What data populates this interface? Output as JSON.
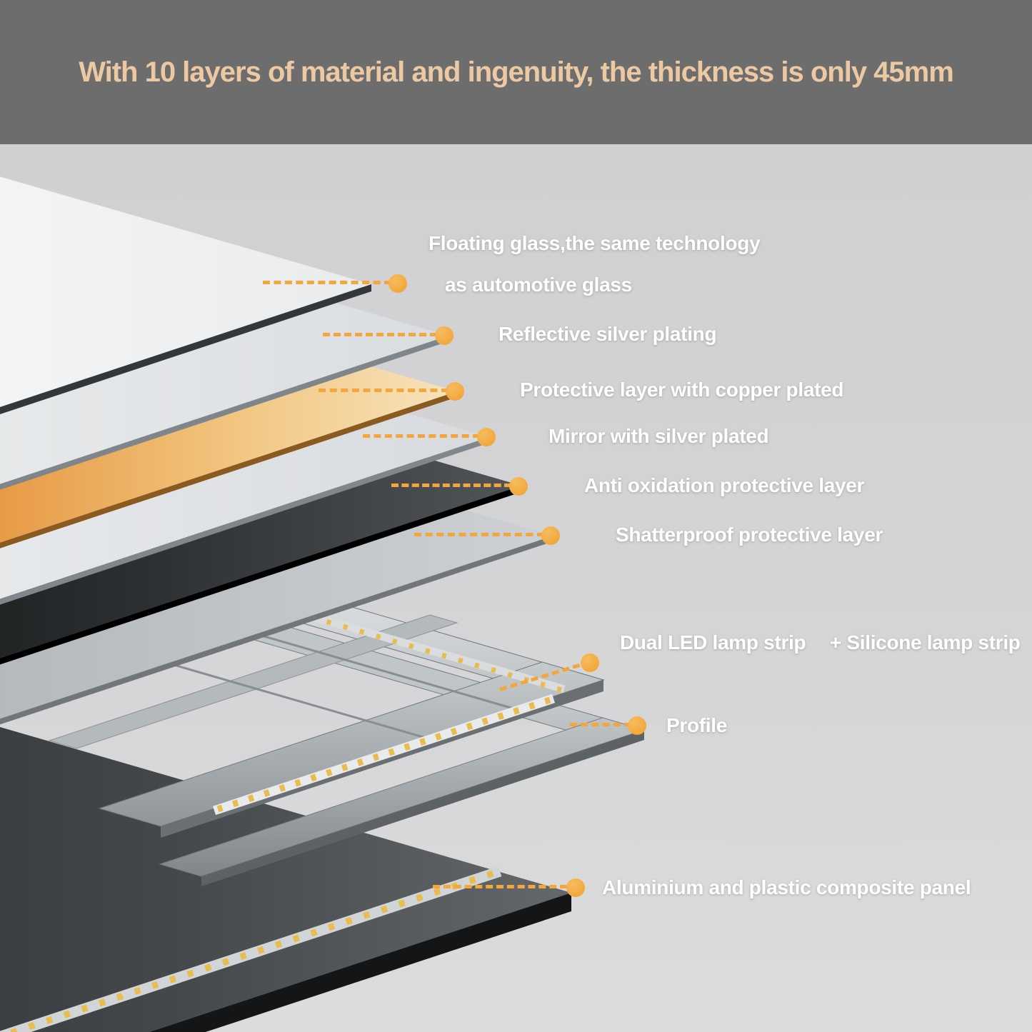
{
  "header": {
    "title": "With 10 layers of material and ingenuity, the thickness is only 45mm"
  },
  "colors": {
    "accent_orange": "#F2A63B",
    "header_background": "#6D6D6D",
    "header_text": "#ECC9A2",
    "label_text": "#FFFFFF",
    "page_background": "#D3D3D5",
    "copper_layer": "#E89A45",
    "led_chip_yellow": "#E8BC4F"
  },
  "annotations": {
    "floating_glass": {
      "line1": "Floating glass,the same technology",
      "line2": "as automotive glass"
    },
    "reflective_silver": {
      "label": "Reflective silver plating"
    },
    "copper_protective": {
      "label": "Protective layer with copper plated"
    },
    "mirror_silver": {
      "label": "Mirror with silver plated"
    },
    "anti_oxidation": {
      "label": "Anti oxidation protective layer"
    },
    "shatterproof": {
      "label": "Shatterproof protective layer"
    },
    "led_strip": {
      "label": "Dual LED lamp strip",
      "label_extra": "+ Silicone lamp strip"
    },
    "profile": {
      "label": "Profile"
    },
    "composite_panel": {
      "label": "Aluminium and plastic composite panel"
    }
  }
}
